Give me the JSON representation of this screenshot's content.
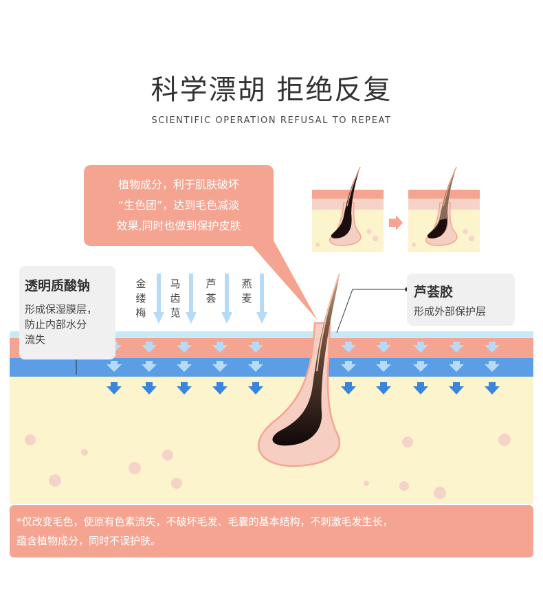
{
  "header": {
    "title": "科学漂胡 拒绝反复",
    "subtitle": "SCIENTIFIC OPERATION REFUSAL TO REPEAT"
  },
  "bubble": {
    "lines": [
      "植物成分，利于肌肤破坏",
      "“生色团”，达到毛色减淡",
      "效果,同时也做到保护皮肤"
    ]
  },
  "left_card": {
    "title": "透明质酸钠",
    "lines": [
      "形成保湿膜层，",
      "防止内部水分",
      "流失"
    ]
  },
  "right_card": {
    "title": "芦荟胶",
    "text": "形成外部保护层"
  },
  "ingredients": [
    "金缕梅",
    "马齿苋",
    "芦荟",
    "燕麦"
  ],
  "note": {
    "lines": [
      "*仅改变毛色，使原有色素流失，不破坏毛发、毛囊的基本结构，不刺激毛发生长，",
      "蕴含植物成分，同时不误护肤。"
    ]
  },
  "colors": {
    "accent": "#f5a491",
    "skin_outer": "#c9e9f6",
    "skin_pink": "#f5a491",
    "skin_blue": "#5b9ee6",
    "dermis": "#fcf4cc",
    "arrow_light": "#b6dbf8",
    "arrow_dark": "#3a86de"
  }
}
